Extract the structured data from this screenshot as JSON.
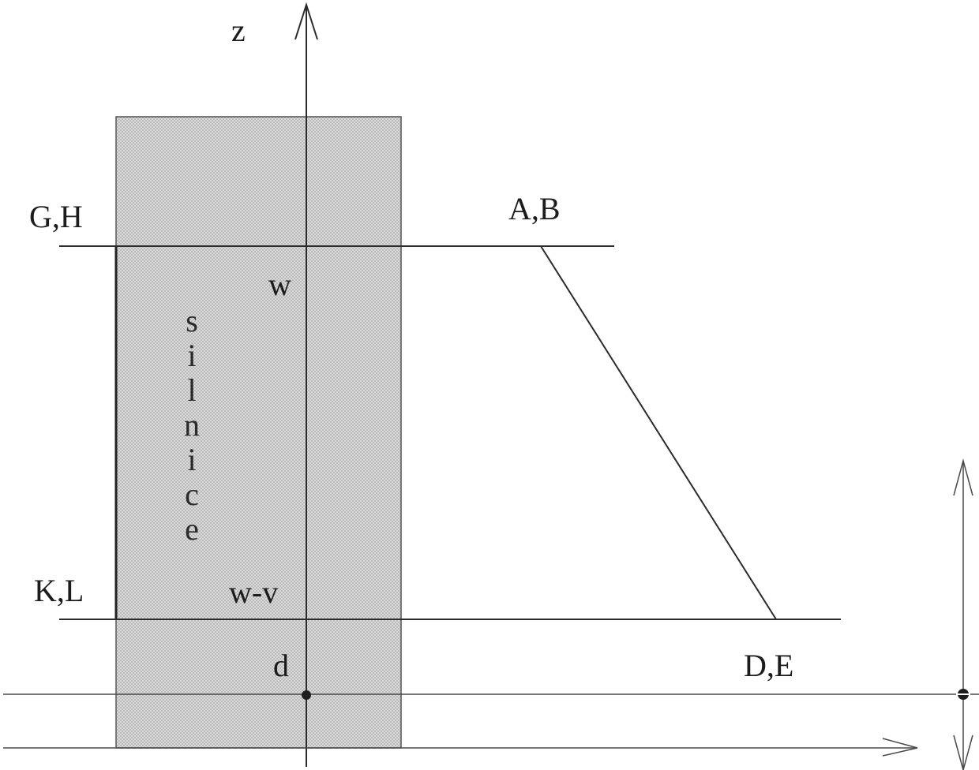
{
  "labels": {
    "z_axis": "z",
    "point_ab": "A,B",
    "point_gh": "G,H",
    "point_kl": "K,L",
    "point_de": "D,E",
    "level_w": "w",
    "level_w_minus_v": "w-v",
    "level_d": "d"
  },
  "road_text": [
    "s",
    "i",
    "l",
    "n",
    "i",
    "c",
    "e"
  ],
  "colors": {
    "road_fill": "#d9d9d9",
    "road_dot": "#9a9a9a",
    "ink": "#2b2b2b"
  }
}
